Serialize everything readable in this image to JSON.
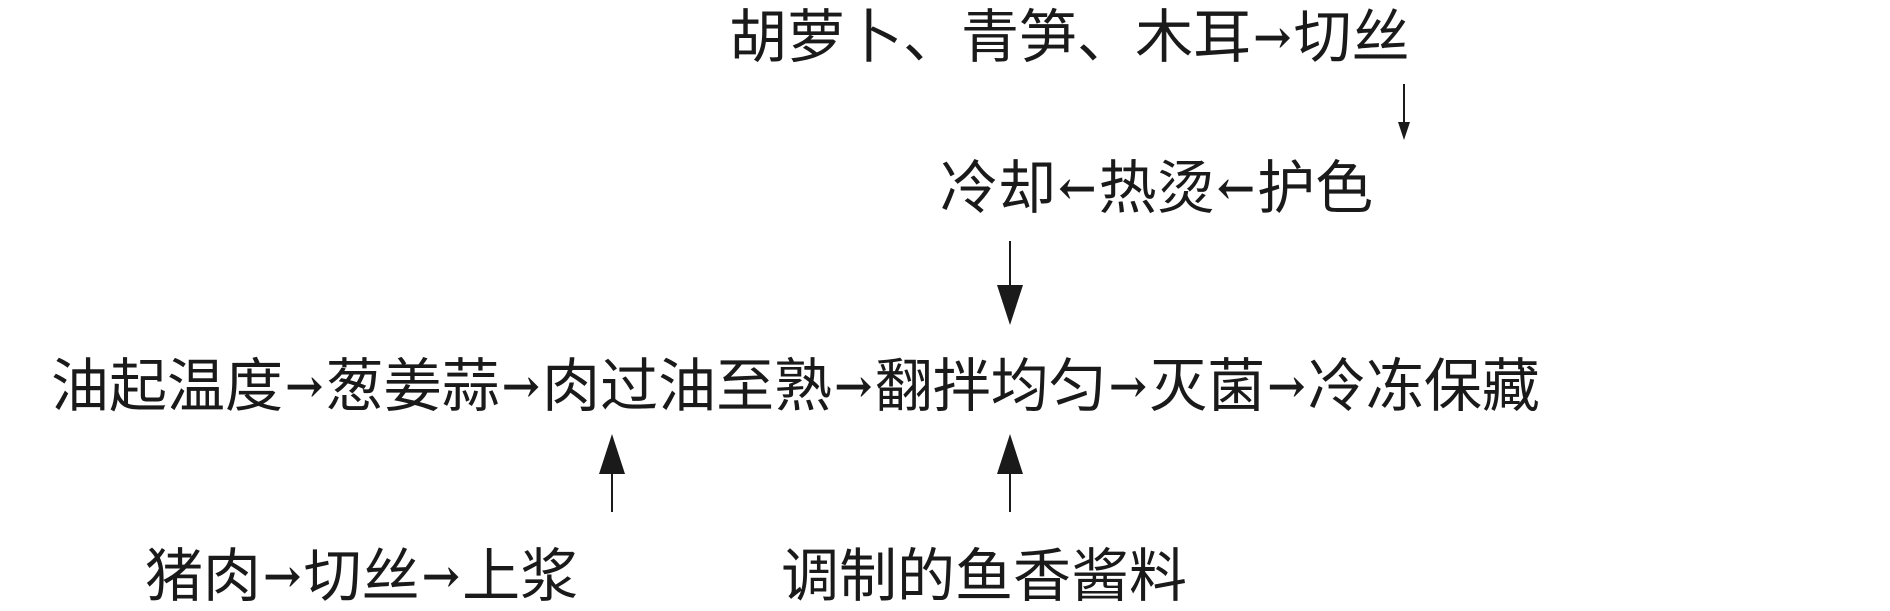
{
  "row_vegetables": {
    "items": [
      "胡萝卜",
      "青笋",
      "木耳"
    ],
    "separator": "、",
    "arrow": "→",
    "result": "切丝"
  },
  "row_blanch": {
    "nodes": [
      "冷却",
      "热烫",
      "护色"
    ],
    "arrow": "←"
  },
  "main_flow": {
    "nodes": [
      "油起温度",
      "葱姜蒜",
      "肉过油至熟",
      "翻拌均匀",
      "灭菌",
      "冷冻保藏"
    ],
    "arrow": "→"
  },
  "row_pork": {
    "nodes": [
      "猪肉",
      "切丝",
      "上浆"
    ],
    "arrow": "→"
  },
  "sauce": {
    "label": "调制的鱼香酱料"
  }
}
